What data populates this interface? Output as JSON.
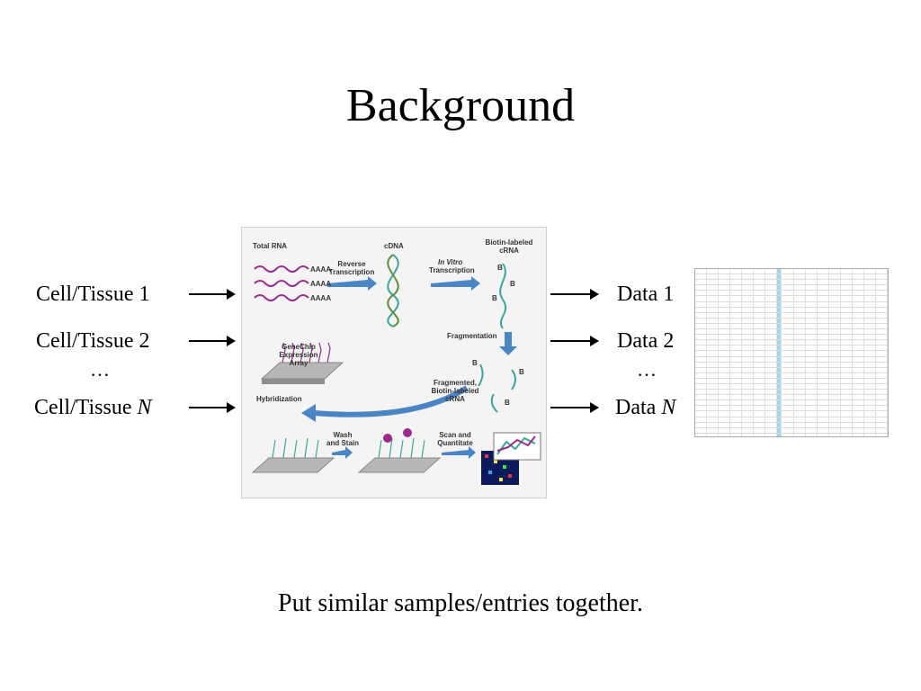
{
  "slide": {
    "title": "Background",
    "caption": "Put similar samples/entries together."
  },
  "left_labels": [
    {
      "prefix": "Cell/Tissue ",
      "suffix": "1"
    },
    {
      "prefix": "Cell/Tissue ",
      "suffix": "2"
    },
    {
      "prefix": "Cell/Tissue ",
      "suffix": "N"
    }
  ],
  "right_labels": [
    {
      "prefix": "Data ",
      "suffix": "1"
    },
    {
      "prefix": "Data ",
      "suffix": "2"
    },
    {
      "prefix": "Data ",
      "suffix": "N"
    }
  ],
  "ellipsis": "…",
  "figure": {
    "total_rna": "Total RNA",
    "aaaa": "AAAA",
    "reverse_transcription": "Reverse Transcription",
    "cdna": "cDNA",
    "in_vitro": "In Vitro",
    "transcription": "Transcription",
    "biotin_labeled_crna": "Biotin-labeled cRNA",
    "fragmentation": "Fragmentation",
    "genechip": "GeneChip Expression Array",
    "hybridization": "Hybridization",
    "fragmented_biotin": "Fragmented, Biotin-labeled cRNA",
    "wash_stain": "Wash and Stain",
    "scan_quantitate": "Scan and Quantitate",
    "b": "B"
  },
  "colors": {
    "rna_purple": "#9b2a8f",
    "dna_teal": "#3aa79a",
    "dna_green": "#5c8f3a",
    "arrow_blue": "#4a86c5",
    "chip_gray": "#b7b7b7",
    "table_highlight": "#9fd7e6"
  }
}
